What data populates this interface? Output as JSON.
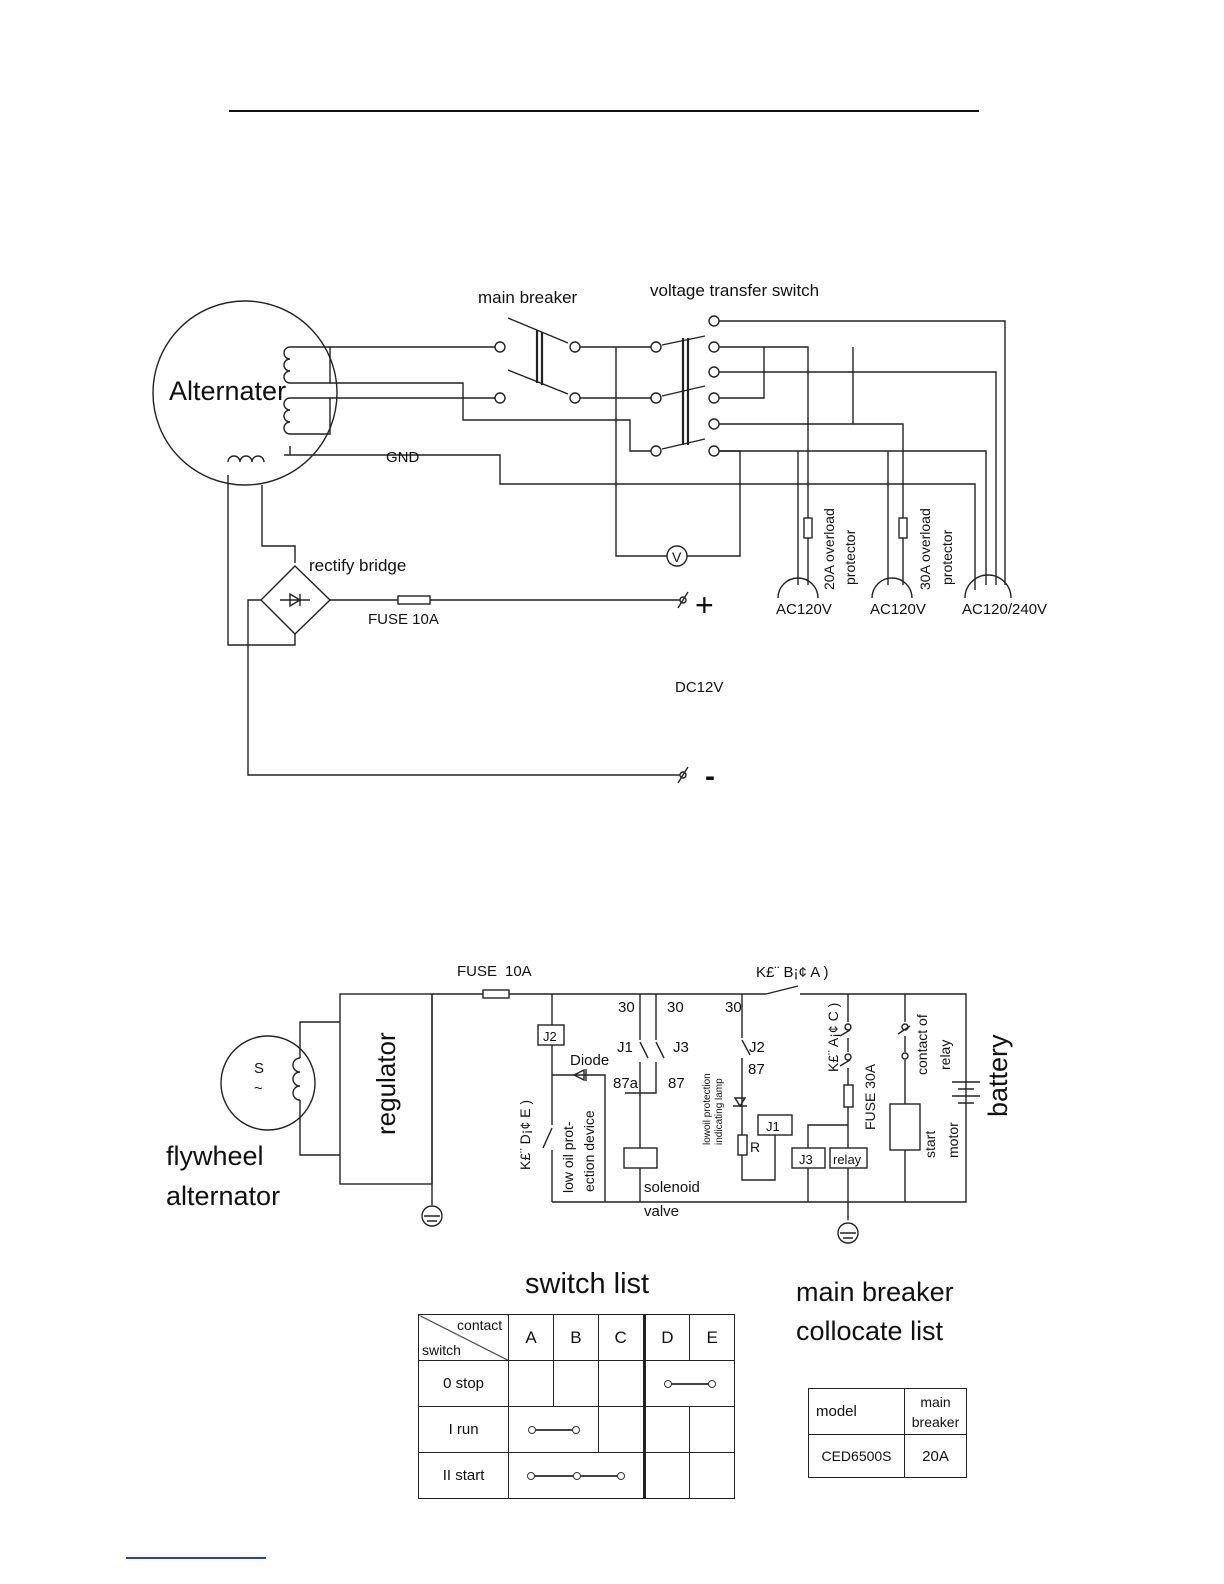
{
  "top_diagram": {
    "alternator_label": "Alternater",
    "main_breaker_label": "main breaker",
    "voltage_switch_label": "voltage transfer switch",
    "gnd_label": "GND",
    "rectify_label": "rectify bridge",
    "fuse_label": "FUSE  10A",
    "voltmeter_label": "V",
    "plus_label": "+",
    "minus_label": "-",
    "dc_label": "DC12V",
    "protector_20_label": "20A overload",
    "protector_20_label2": "protector",
    "protector_30_label": "30A overload",
    "protector_30_label2": "protector",
    "outlet_1_label": "AC120V",
    "outlet_2_label": "AC120V",
    "outlet_3_label": "AC120/240V"
  },
  "bottom_diagram": {
    "fuse_label": "FUSE",
    "fuse_value": "10A",
    "s_label": "S",
    "flywheel_label_1": "flywheel",
    "flywheel_label_2": "alternator",
    "regulator_label": "regulator",
    "j2_box_label": "J2",
    "diode_label": "Diode",
    "kd_label": "K£¨ D¡¢ E )",
    "low_oil_device_1": "low oil prot-",
    "low_oil_device_2": "ection device",
    "n30a": "30",
    "n30b": "30",
    "n30c": "30",
    "j1_label": "J1",
    "j3_label": "J3",
    "j2_label": "J2",
    "n87a": "87a",
    "n87b": "87",
    "n87c": "87",
    "solenoid_1": "solenoid",
    "solenoid_2": "valve",
    "lamp_label_1": "lowoil protection",
    "lamp_label_2": "indicating lamp",
    "j1_box_label": "J1",
    "r_label": "R",
    "kba_label": "K£¨ B¡¢ A )",
    "kac_label": "K£¨ A¡¢ C )",
    "fuse30_label": "FUSE 30A",
    "j3_box_label": "J3",
    "relay_box_label": "relay",
    "contact_relay_1": "contact of",
    "contact_relay_2": "relay",
    "start_motor_1": "start",
    "start_motor_2": "motor",
    "battery_label": "battery"
  },
  "switch_list": {
    "title": "switch list",
    "corner_top": "contact",
    "corner_bottom": "switch",
    "columns": [
      "A",
      "B",
      "C",
      "D",
      "E"
    ],
    "rows": [
      {
        "label": "0 stop"
      },
      {
        "label": "I    run"
      },
      {
        "label": "II    start"
      }
    ]
  },
  "breaker_list": {
    "title_1": "main breaker",
    "title_2": "collocate list",
    "header_model": "model",
    "header_breaker_1": "main",
    "header_breaker_2": "breaker",
    "model": "CED6500S",
    "breaker": "20A"
  }
}
